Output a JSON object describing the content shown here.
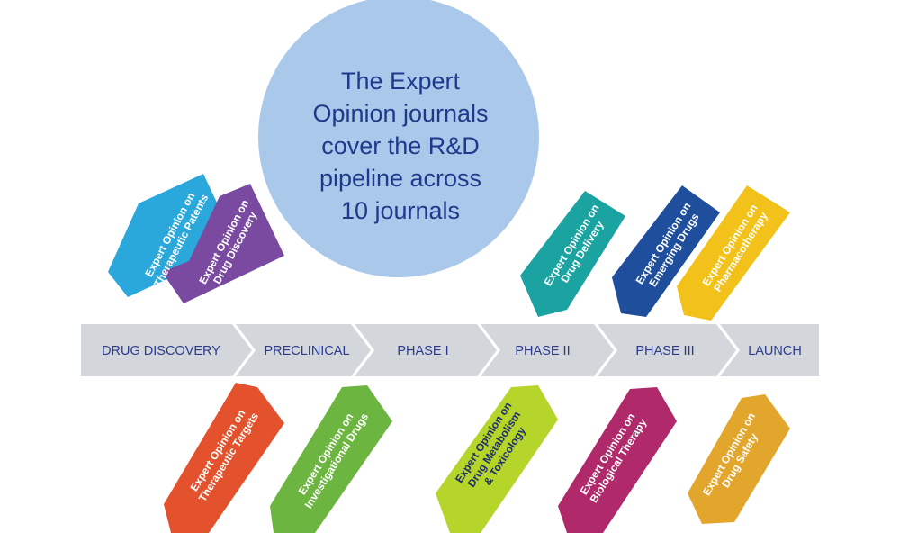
{
  "circle": {
    "lines": [
      "The Expert",
      "Opinion journals",
      "cover the R&D",
      "pipeline across",
      "10 journals"
    ],
    "color": "#a9c8ea",
    "text_color": "#1f3a8c"
  },
  "pipeline": {
    "color": "#d3d6db",
    "text_color": "#2b3c8e",
    "stages": [
      "DRUG DISCOVERY",
      "PRECLINICAL",
      "PHASE I",
      "PHASE II",
      "PHASE III",
      "LAUNCH"
    ]
  },
  "journals_top": [
    {
      "line1": "Expert Opinion on",
      "line2": "Therapeutic Patents",
      "color": "#2aa8dc"
    },
    {
      "line1": "Expert Opinion on",
      "line2": "Drug Discovery",
      "color": "#7a4aa0"
    },
    {
      "line1": "Expert Opinion on",
      "line2": "Drug Delivery",
      "color": "#1aa3a1"
    },
    {
      "line1": "Expert Opinion on",
      "line2": "Emerging Drugs",
      "color": "#1f4f9c"
    },
    {
      "line1": "Expert Opinion on",
      "line2": "Pharmacotherapy",
      "color": "#f3c21a"
    }
  ],
  "journals_bottom": [
    {
      "line1": "Expert Opinion on",
      "line2": "Therapeutic Targets",
      "color": "#e4522d"
    },
    {
      "line1": "Expert Opinion on",
      "line2": "Investigational Drugs",
      "color": "#6cb540"
    },
    {
      "line1": "Expert Opinion on",
      "line2": "Drug Metabolism",
      "line3": "& Toxicology",
      "color": "#b6d52b",
      "text_color": "#1f2e6e"
    },
    {
      "line1": "Expert Opinion on",
      "line2": "Biological Therapy",
      "color": "#b0296a"
    },
    {
      "line1": "Expert Opinion on",
      "line2": "Drug Safety",
      "color": "#e3a62c"
    }
  ]
}
